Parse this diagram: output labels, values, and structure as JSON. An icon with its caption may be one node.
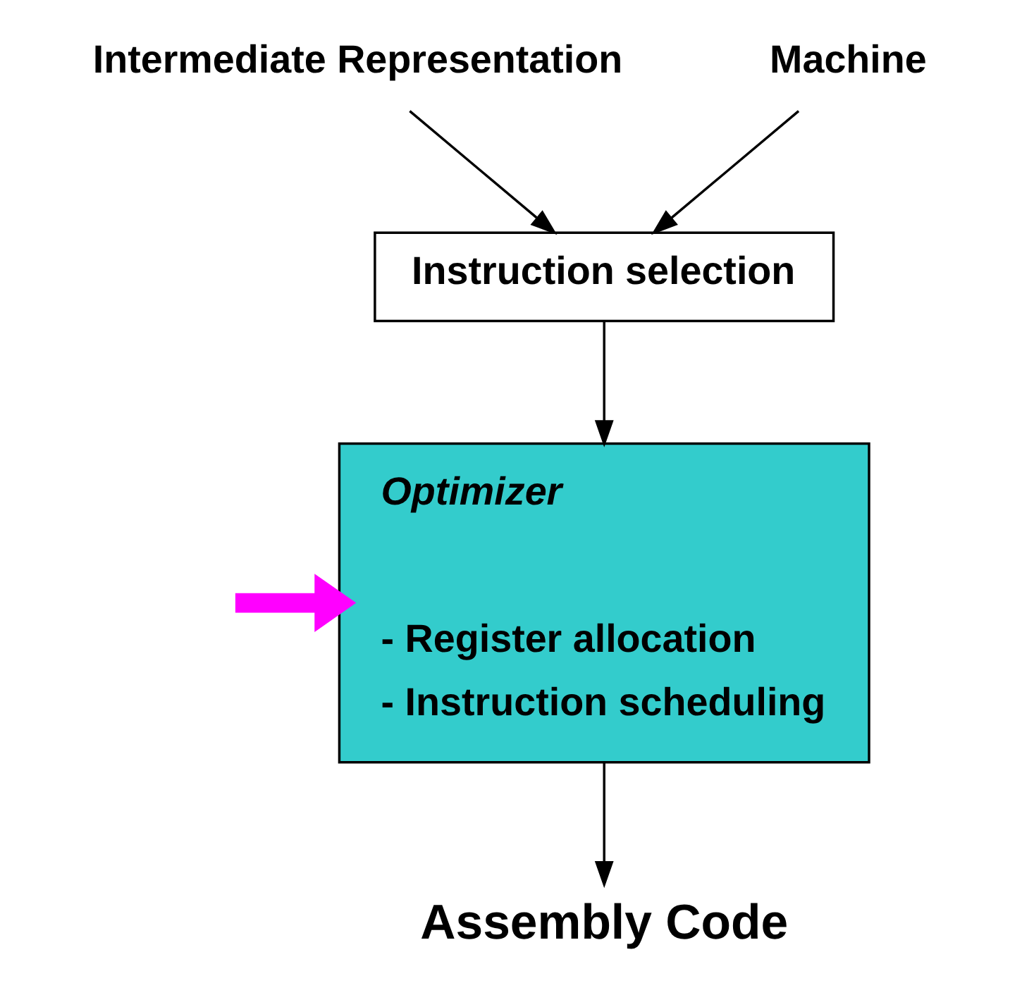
{
  "diagram": {
    "nodes": [
      {
        "text": [
          "Intermediate Representation"
        ]
      },
      {
        "text": [
          "Machine"
        ]
      },
      {
        "text": [
          "Instruction selection"
        ]
      },
      {
        "text": [
          "Optimizer",
          "- Register allocation",
          "- Instruction scheduling"
        ]
      },
      {
        "text": [
          "Assembly Code"
        ]
      }
    ],
    "edges": [
      {
        "from": 0,
        "to": 2,
        "arrow": "to"
      },
      {
        "from": 1,
        "to": 2,
        "arrow": "to"
      },
      {
        "from": 2,
        "to": 3,
        "arrow": "to"
      },
      {
        "from": 3,
        "to": 4,
        "arrow": "to"
      },
      {
        "from": null,
        "to": 3,
        "arrow": "to",
        "style": "thick",
        "color": "#ff00ff"
      }
    ]
  }
}
